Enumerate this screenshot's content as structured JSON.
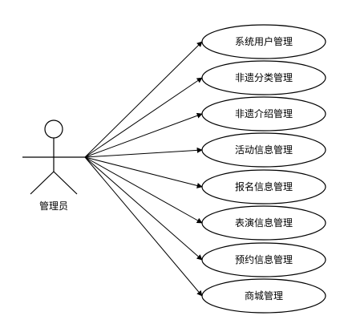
{
  "actor": {
    "label": "管理员"
  },
  "use_cases": [
    {
      "label": "系统用户管理"
    },
    {
      "label": "非遗分类管理"
    },
    {
      "label": "非遗介绍管理"
    },
    {
      "label": "活动信息管理"
    },
    {
      "label": "报名信息管理"
    },
    {
      "label": "表演信息管理"
    },
    {
      "label": "预约信息管理"
    },
    {
      "label": "商城管理"
    }
  ]
}
